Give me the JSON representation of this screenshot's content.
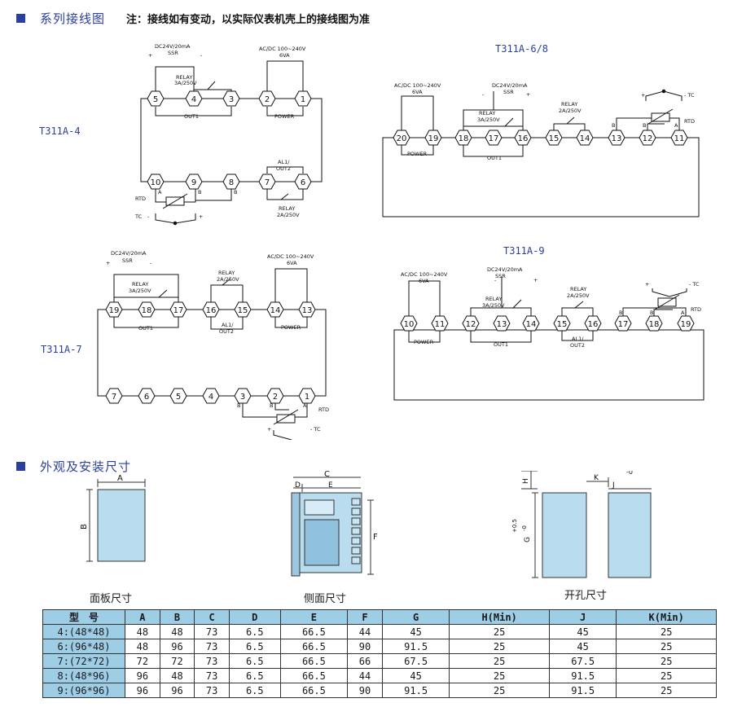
{
  "header": {
    "title": "系列接线图",
    "note": "注：接线如有变动，以实际仪表机壳上的接线图为准"
  },
  "diagrams": {
    "t311a4": {
      "model": "T311A-4",
      "terminals_top": [
        "5",
        "4",
        "3",
        "2",
        "1"
      ],
      "terminals_bottom": [
        "10",
        "9",
        "8",
        "7",
        "6"
      ],
      "ssr": "SSR",
      "dc": "DC24V/20mA",
      "plus": "+",
      "minus": "-",
      "relay": "RELAY",
      "relay_rating": "3A/250V",
      "out1": "OUT1",
      "acdc": "AC/DC 100~240V",
      "va": "6VA",
      "power": "POWER",
      "al1": "AL1/",
      "out2": "OUT2",
      "relay2": "RELAY",
      "relay2_rating": "2A/250V",
      "rtd": "RTD",
      "tc": "TC",
      "a": "A",
      "b": "B"
    },
    "t311a68": {
      "model": "T311A-6/8",
      "terminals": [
        "20",
        "19",
        "18",
        "17",
        "16",
        "15",
        "14",
        "13",
        "12",
        "11"
      ],
      "acdc": "AC/DC 100~240V",
      "va": "6VA",
      "power": "POWER",
      "dc": "DC24V/20mA",
      "ssr": "SSR",
      "minus": "-",
      "plus": "+",
      "relay": "RELAY",
      "relay_rating": "3A/250V",
      "out1": "OUT1",
      "relay2": "RELAY",
      "relay2_rating": "2A/250V",
      "tc": "- TC",
      "tcplus": "+",
      "rtd": "RTD",
      "a": "A",
      "b": "B"
    },
    "t311a7": {
      "model": "T311A-7",
      "terminals_top": [
        "19",
        "18",
        "17",
        "16",
        "15",
        "14",
        "13"
      ],
      "terminals_bottom": [
        "7",
        "6",
        "5",
        "4",
        "3",
        "2",
        "1"
      ],
      "dc": "DC24V/20mA",
      "ssr": "SSR",
      "plus": "+",
      "minus": "-",
      "relay": "RELAY",
      "relay_rating": "3A/250V",
      "out1": "OUT1",
      "relay2": "RELAY",
      "relay2_rating": "2A/250V",
      "al1": "AL1/",
      "out2": "OUT2",
      "acdc": "AC/DC 100~240V",
      "va": "6VA",
      "power": "POWER",
      "rtd": "RTD",
      "tc": "- TC",
      "tcplus": "+",
      "a": "A",
      "b": "B"
    },
    "t311a9": {
      "model": "T311A-9",
      "terminals": [
        "10",
        "11",
        "12",
        "13",
        "14",
        "15",
        "16",
        "17",
        "18",
        "19"
      ],
      "acdc": "AC/DC 100~240V",
      "va": "6VA",
      "power": "POWER",
      "dc": "DC24V/20mA",
      "ssr": "SSR",
      "minus": "-",
      "plus": "+",
      "relay": "RELAY",
      "relay_rating": "3A/250V",
      "out1": "OUT1",
      "relay2": "RELAY",
      "relay2_rating": "2A/250V",
      "al1": "AL1/",
      "out2": "OUT2",
      "tc": "- TC",
      "tcplus": "+",
      "rtd": "RTD",
      "a": "A",
      "b": "B"
    }
  },
  "dimensions": {
    "title": "外观及安装尺寸",
    "panel_caption": "面板尺寸",
    "side_caption": "侧面尺寸",
    "cutout_caption": "开孔尺寸",
    "labels": {
      "A": "A",
      "B": "B",
      "C": "C",
      "D": "D",
      "E": "E",
      "F": "F",
      "G": "G",
      "H": "H",
      "J": "J",
      "K": "K"
    },
    "tol_plus": "+0.5",
    "tol_zero": "-0",
    "colors": {
      "panel_fill": "#b9dcef",
      "accent": "#2b3f9e"
    }
  },
  "table": {
    "headers": [
      "型　号",
      "A",
      "B",
      "C",
      "D",
      "E",
      "F",
      "G",
      "H(Min)",
      "J",
      "K(Min)"
    ],
    "rows": [
      [
        "4:(48*48)",
        "48",
        "48",
        "73",
        "6.5",
        "66.5",
        "44",
        "45",
        "25",
        "45",
        "25"
      ],
      [
        "6:(96*48)",
        "48",
        "96",
        "73",
        "6.5",
        "66.5",
        "90",
        "91.5",
        "25",
        "45",
        "25"
      ],
      [
        "7:(72*72)",
        "72",
        "72",
        "73",
        "6.5",
        "66.5",
        "66",
        "67.5",
        "25",
        "67.5",
        "25"
      ],
      [
        "8:(48*96)",
        "96",
        "48",
        "73",
        "6.5",
        "66.5",
        "44",
        "45",
        "25",
        "91.5",
        "25"
      ],
      [
        "9:(96*96)",
        "96",
        "96",
        "73",
        "6.5",
        "66.5",
        "90",
        "91.5",
        "25",
        "91.5",
        "25"
      ]
    ]
  }
}
